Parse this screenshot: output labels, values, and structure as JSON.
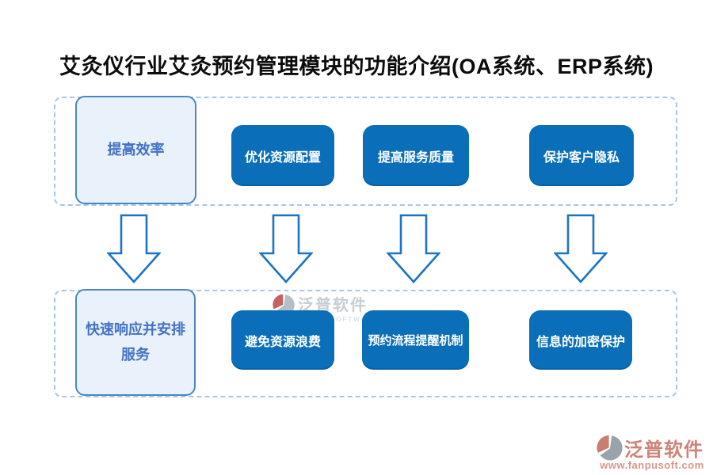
{
  "title": "艾灸仪行业艾灸预约管理模块的功能介绍(OA系统、ERP系统)",
  "top_row": {
    "lead": "提高效率",
    "items": [
      "优化资源配置",
      "提高服务质量",
      "保护客户隐私"
    ]
  },
  "bottom_row": {
    "lead": "快速响应并安排服务",
    "items": [
      "避免资源浪费",
      "预约流程提醒机制",
      "信息的加密保护"
    ]
  },
  "watermark": {
    "brand": "泛普软件",
    "sub": "FANPU SOFTWARE"
  },
  "footer": {
    "brand": "泛普软件",
    "url": "www.fanpusoft.com"
  },
  "colors": {
    "feature_box_blue": "#0a6fb8",
    "lead_box_bg": "#e9f1fb",
    "lead_box_border": "#4a86c5",
    "lead_box_text": "#4472c4",
    "dashed_border": "#a7c7e7",
    "arrow_stroke": "#1b74c5",
    "watermark_gray": "#c2c8d0",
    "brand_salmon": "#cd8377",
    "brand_red": "#c0504d",
    "brand_gray": "#99a1ab"
  }
}
